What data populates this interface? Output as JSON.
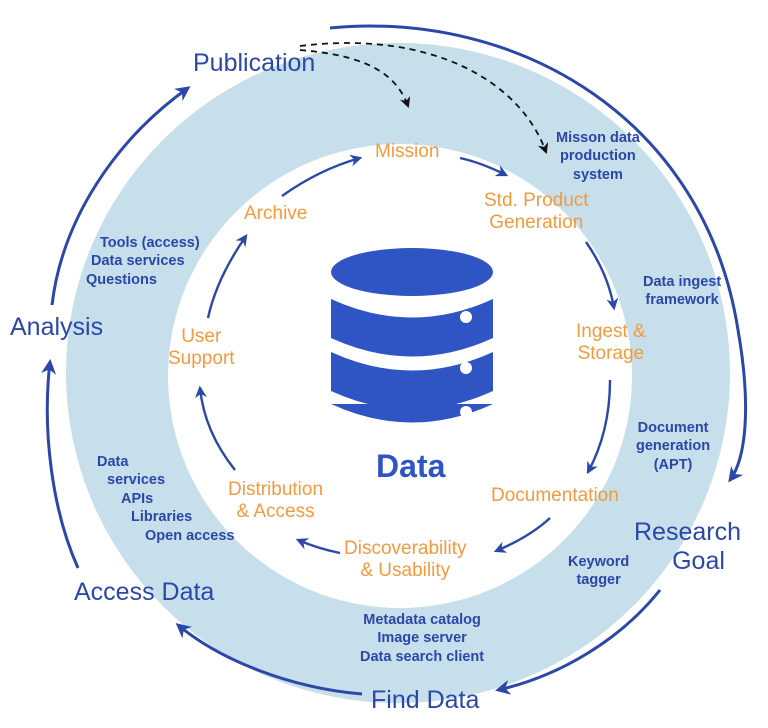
{
  "center": {
    "label": "Data"
  },
  "outer_stages": {
    "publication": "Publication",
    "analysis": "Analysis",
    "access_data": "Access Data",
    "find_data": "Find Data",
    "research_goal_line1": "Research",
    "research_goal_line2": "Goal"
  },
  "inner_stages": {
    "mission": "Mission",
    "std_product_line1": "Std. Product",
    "std_product_line2": "Generation",
    "ingest_line1": "Ingest &",
    "ingest_line2": "Storage",
    "documentation": "Documentation",
    "discoverability_line1": "Discoverability",
    "discoverability_line2": "& Usability",
    "distribution_line1": "Distribution",
    "distribution_line2": "& Access",
    "user_support_line1": "User",
    "user_support_line2": "Support",
    "archive": "Archive"
  },
  "tools": {
    "mission_system": [
      "Misson data",
      "production",
      "system"
    ],
    "ingest_framework": [
      "Data ingest",
      "framework"
    ],
    "document_generation": [
      "Document",
      "generation",
      "(APT)"
    ],
    "keyword_tagger": [
      "Keyword",
      "tagger"
    ],
    "find_data_tools": [
      "Metadata catalog",
      "Image server",
      "Data search client"
    ],
    "access_data_tools": [
      "Data",
      "services",
      "APIs",
      "Libraries",
      "Open access"
    ],
    "analysis_tools": [
      "Tools (access)",
      "Data services",
      "Questions"
    ]
  },
  "colors": {
    "ring_fill": "#c7deeb",
    "blue": "#2b47a8",
    "orange": "#f39a3f",
    "database": "#2f55c4"
  }
}
